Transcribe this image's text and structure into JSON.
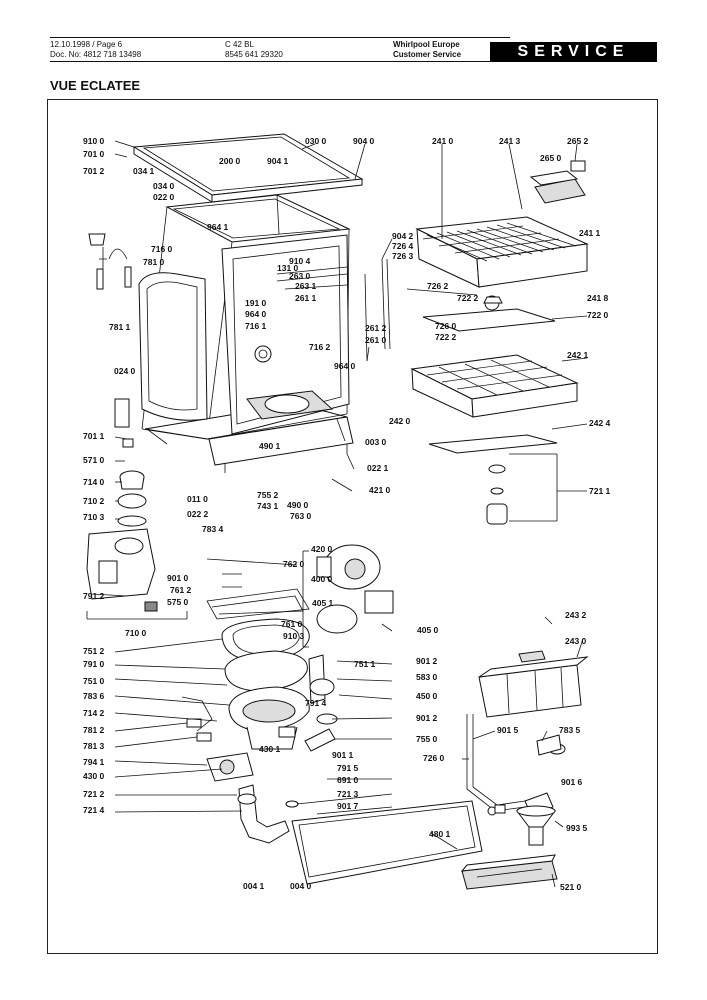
{
  "header": {
    "date_page": "12.10.1998 / Page 6",
    "doc_no": "Doc. No: 4812 718 13498",
    "model": "C 42 BL",
    "code": "8545 641 29320",
    "brand_line1": "Whirlpool Europe",
    "brand_line2": "Customer Service",
    "service": "SERVICE"
  },
  "title": "VUE ECLATEE",
  "diagram": {
    "labels": [
      "910 0",
      "701 0",
      "701 2",
      "034 1",
      "030 0",
      "200 0",
      "904 1",
      "904 0",
      "034 0",
      "022 0",
      "964 1",
      "241 0",
      "241 3",
      "265 2",
      "265 0",
      "241 1",
      "716 0",
      "781 0",
      "904 2",
      "726 4",
      "726 3",
      "131 0",
      "910 4",
      "263 0",
      "191 0",
      "964 0",
      "716 1",
      "263 1",
      "261 1",
      "726 2",
      "722 2",
      "241 8",
      "722 0",
      "261 2",
      "261 0",
      "726 0",
      "722 2",
      "716 2",
      "964 0",
      "781 1",
      "024 0",
      "242 1",
      "701 1",
      "571 0",
      "242 0",
      "242 4",
      "003 0",
      "490 1",
      "022 1",
      "714 0",
      "710 2",
      "710 3",
      "011 0",
      "022 2",
      "783 4",
      "421 0",
      "755 2",
      "743 1",
      "490 0",
      "763 0",
      "721 1",
      "791 2",
      "901 0",
      "761 2",
      "575 0",
      "762 0",
      "420 0",
      "400 0",
      "405 1",
      "761 0",
      "910 3",
      "710 0",
      "405 0",
      "243 2",
      "243 0",
      "751 2",
      "791 0",
      "751 1",
      "901 2",
      "751 0",
      "583 0",
      "450 0",
      "783 6",
      "714 2",
      "791 4",
      "901 2",
      "781 2",
      "781 3",
      "794 1",
      "430 1",
      "901 1",
      "755 0",
      "901 5",
      "783 5",
      "726 0",
      "901 6",
      "430 0",
      "791 5",
      "691 0",
      "721 2",
      "721 3",
      "721 4",
      "901 7",
      "993 5",
      "480 1",
      "004 1",
      "004 0",
      "521 0"
    ]
  }
}
